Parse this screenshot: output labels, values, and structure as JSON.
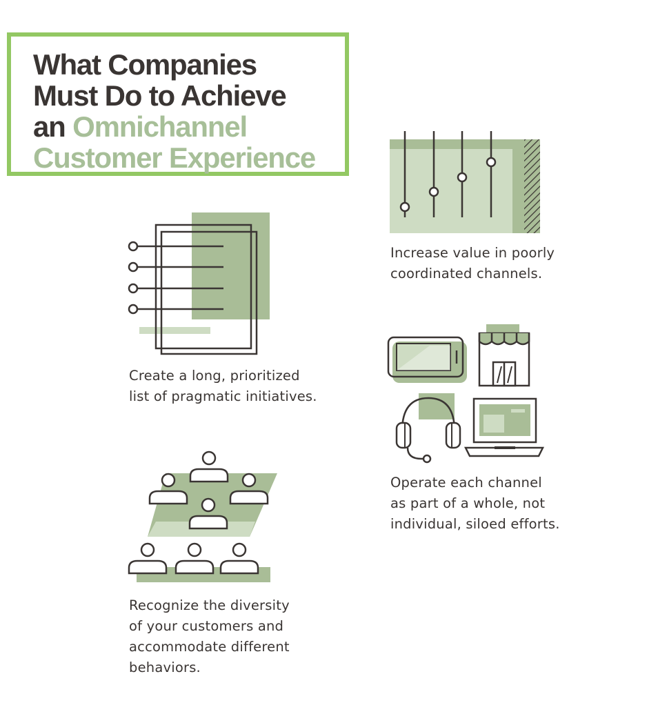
{
  "header": {
    "title_line1": "What Companies",
    "title_line2": "Must Do to Achieve",
    "title_line3_dark": "an",
    "title_line3_accent": "Omnichannel",
    "title_line4_accent": "Customer Experience"
  },
  "items": [
    {
      "icon": "checklist-document-icon",
      "lines": [
        "Create a long, prioritized",
        "list of pragmatic initiatives."
      ]
    },
    {
      "icon": "audience-seating-icon",
      "lines": [
        "Recognize the diversity",
        "of your customers and",
        "accommodate different",
        "behaviors."
      ]
    },
    {
      "icon": "slider-controls-icon",
      "lines": [
        "Increase value in poorly",
        "coordinated channels."
      ]
    },
    {
      "icon": "channels-icon",
      "lines": [
        "Operate each channel",
        "as part of a whole, not",
        "individual, siloed efforts."
      ]
    }
  ],
  "colors": {
    "frame_green": "#93c863",
    "accent_green": "#a7bf98",
    "shape_green_dark": "#a9bd97",
    "shape_green_light": "#cedcc3",
    "text_dark": "#3a3533"
  }
}
